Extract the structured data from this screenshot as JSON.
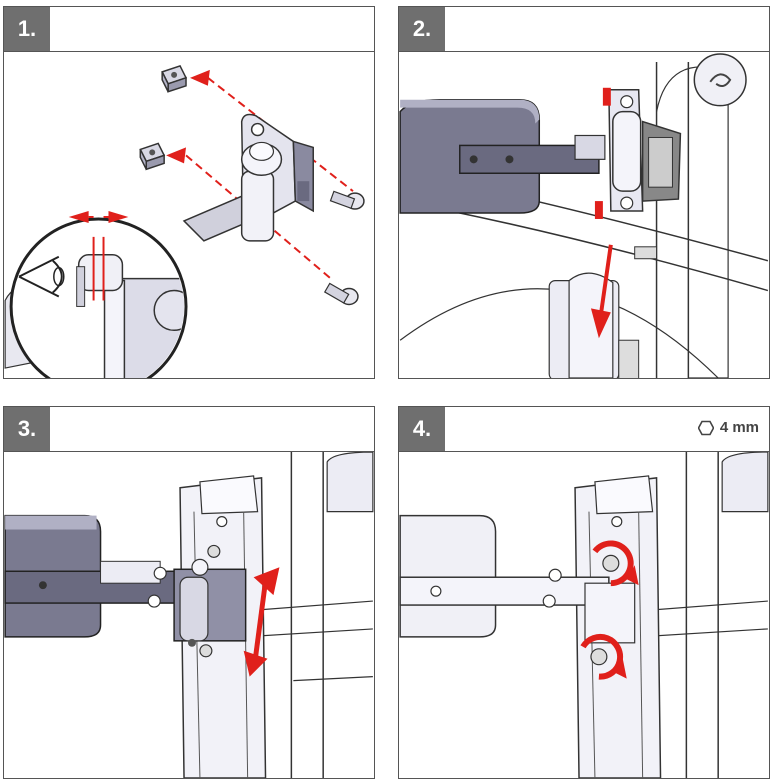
{
  "steps": [
    {
      "number": "1."
    },
    {
      "number": "2."
    },
    {
      "number": "3."
    },
    {
      "number": "4.",
      "tool_label": "4 mm",
      "tool_icon": "hex-key-icon"
    }
  ],
  "colors": {
    "accent_red": "#e0201b",
    "badge_gray": "#6f6f6f",
    "line_dark": "#333333",
    "part_fill": "#e8e8f0"
  }
}
